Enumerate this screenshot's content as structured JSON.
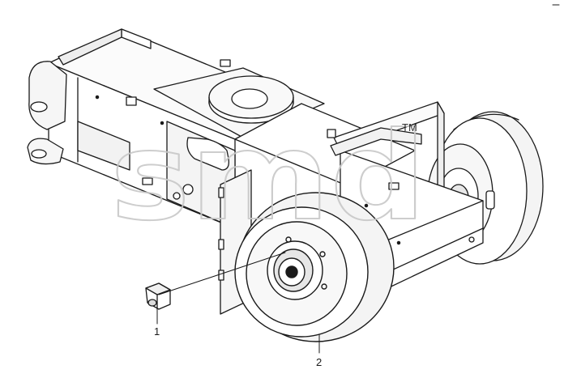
{
  "callouts": [
    {
      "label": "1",
      "part": "nut"
    },
    {
      "label": "2",
      "part": "wheel"
    }
  ],
  "watermark": {
    "text": "smd",
    "mark": "TM"
  },
  "colors": {
    "line": "#1a1a1a",
    "fill_light": "#f4f4f4",
    "shadow": "#d9d9d9",
    "watermark": "#c8c8c8"
  }
}
